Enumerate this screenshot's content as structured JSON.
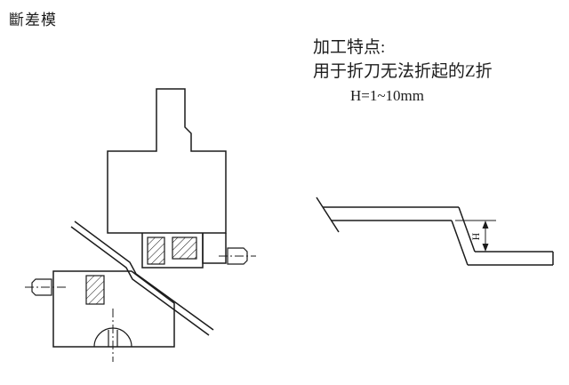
{
  "page": {
    "background": "#ffffff",
    "ink": "#1c1c1c"
  },
  "title": "斷差模",
  "notes": {
    "line1": "加工特点:",
    "line2": "用于折刀无法折起的Z折",
    "line3": "H=1~10mm"
  },
  "figures": {
    "right": {
      "dimension_label": "H"
    }
  }
}
